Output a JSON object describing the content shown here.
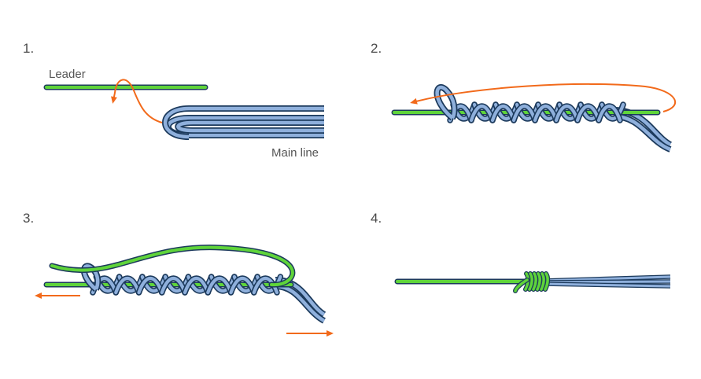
{
  "steps": [
    {
      "number": "1.",
      "labels": {
        "leader": "Leader",
        "main_line": "Main line"
      }
    },
    {
      "number": "2."
    },
    {
      "number": "3."
    },
    {
      "number": "4."
    }
  ],
  "colors": {
    "leader": "#5fd43a",
    "leader_outline": "#1c3a5c",
    "main_line": "#8fb0dc",
    "main_line_outline": "#1c3a5c",
    "arrow": "#f26a1b",
    "text": "#555555"
  }
}
